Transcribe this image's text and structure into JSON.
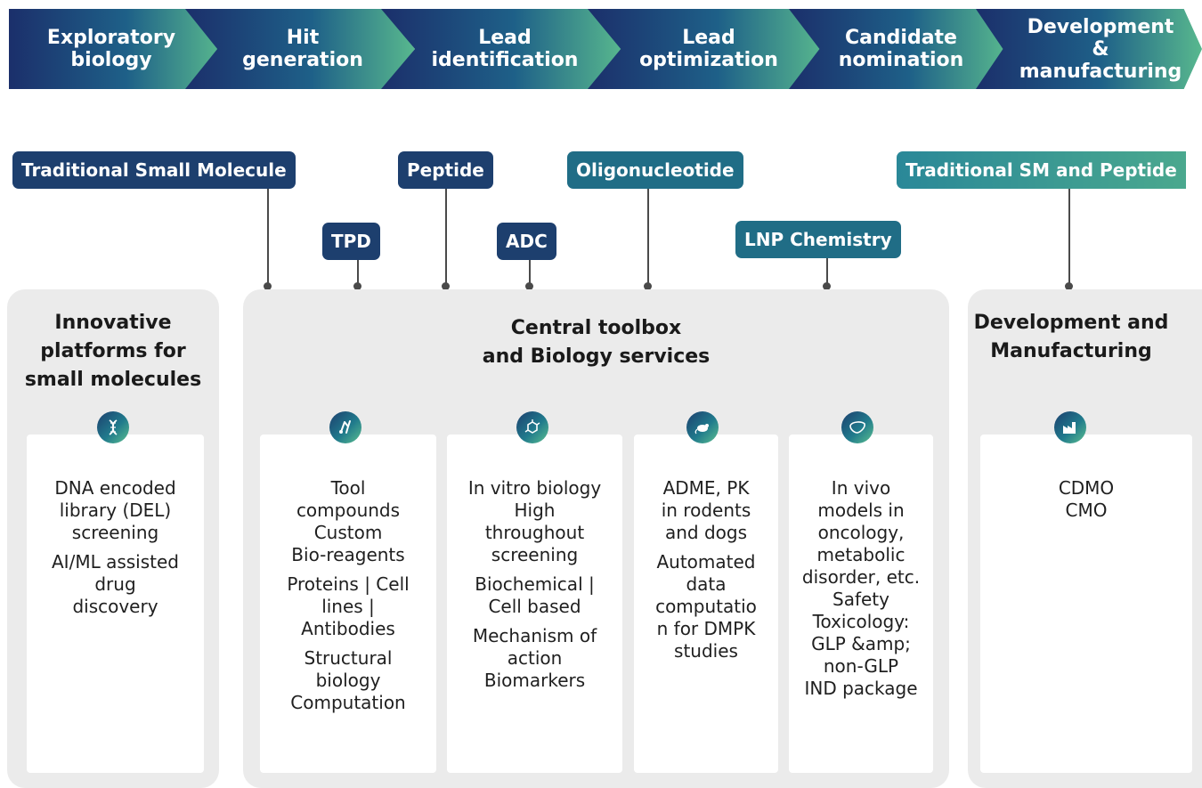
{
  "stages": [
    {
      "label": "Exploratory\nbiology"
    },
    {
      "label": "Hit\ngeneration"
    },
    {
      "label": "Lead\nidentification"
    },
    {
      "label": "Lead\noptimization"
    },
    {
      "label": "Candidate\nnomination"
    },
    {
      "label": "Development\n& manufacturing"
    }
  ],
  "tags": {
    "traditional_small_molecule": "Traditional Small Molecule",
    "tpd": "TPD",
    "peptide": "Peptide",
    "adc": "ADC",
    "oligonucleotide": "Oligonucleotide",
    "lnp_chemistry": "LNP Chemistry",
    "traditional_sm_peptide": "Traditional SM and Peptide"
  },
  "panels": {
    "innovative": {
      "title": "Innovative\nplatforms for\nsmall molecules",
      "icon": "dna-icon",
      "card": [
        "DNA encoded\nlibrary (DEL)\nscreening",
        "AI/ML assisted\ndrug\ndiscovery"
      ]
    },
    "central": {
      "title": "Central toolbox\nand Biology services",
      "cards": [
        {
          "icon": "molecule-tools-icon",
          "paragraphs": [
            "Tool\ncompounds\nCustom\nBio-reagents",
            "Proteins | Cell\nlines |\nAntibodies",
            "Structural\nbiology\nComputation"
          ]
        },
        {
          "icon": "hexagon-network-icon",
          "paragraphs": [
            "In vitro biology\nHigh\nthroughout\nscreening",
            "Biochemical |\nCell based",
            "Mechanism of\naction\nBiomarkers"
          ]
        },
        {
          "icon": "rodent-icon",
          "paragraphs": [
            "ADME, PK\nin rodents\nand dogs",
            "Automated\ndata\ncomputatio\nn for DMPK\nstudies"
          ]
        },
        {
          "icon": "liver-icon",
          "paragraphs": [
            "In vivo\nmodels in\noncology,\nmetabolic\ndisorder, etc.\nSafety\nToxicology:\nGLP &amp;\nnon-GLP\nIND package"
          ]
        }
      ]
    },
    "development": {
      "title": "Development and\nManufacturing",
      "icon": "factory-icon",
      "card": [
        "CDMO\nCMO"
      ]
    }
  },
  "colors": {
    "chevron_start": "#1b2f6b",
    "chevron_end": "#58b88e",
    "tag_dark": "#1d3f6e",
    "tag_teal": "#206d86",
    "panel_bg": "#ebebeb"
  }
}
